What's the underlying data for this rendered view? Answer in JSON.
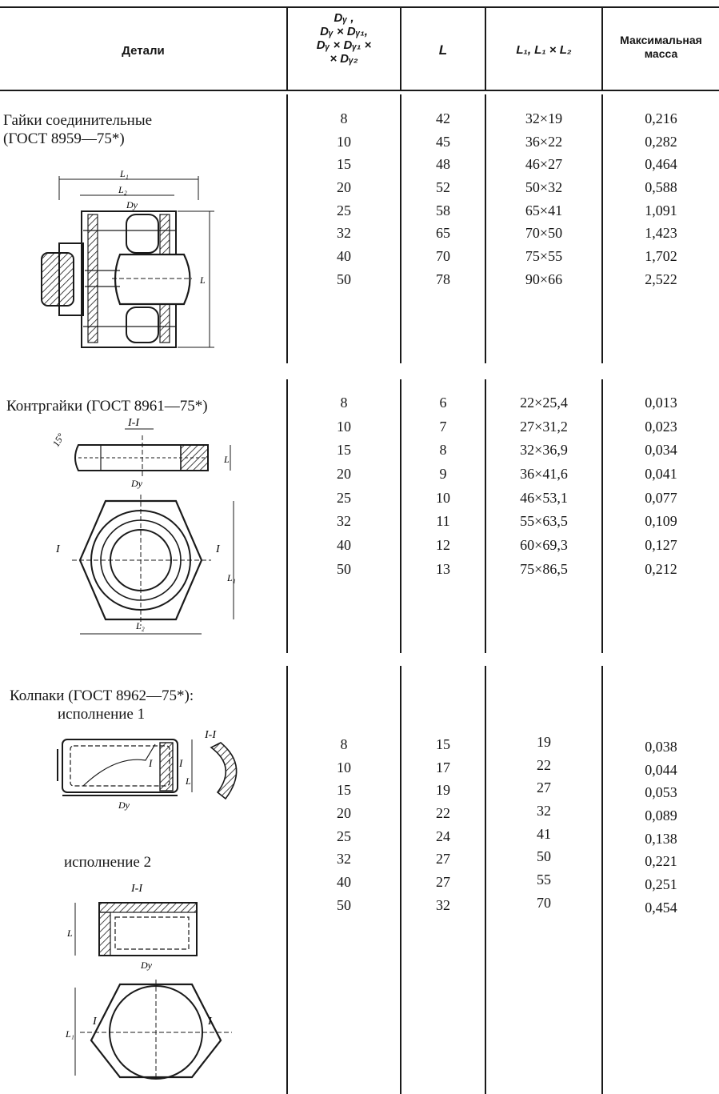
{
  "header": {
    "details": "Детали",
    "dy_lines": [
      "Dᵧ ,",
      "Dᵧ × Dᵧ₁,",
      "Dᵧ × Dᵧ₁ ×",
      "× Dᵧ₂"
    ],
    "l": "L",
    "l1": "L₁, L₁ × L₂",
    "mass_lines": [
      "Максимальная",
      "масса"
    ]
  },
  "sections": [
    {
      "title_lines": [
        "Гайки соединительные",
        "(ГОСТ  8959—75*)"
      ],
      "drawing_labels": {
        "l1": "L₁",
        "l2": "L₂",
        "dy": "Dy",
        "l": "L"
      },
      "rows": [
        {
          "dy": "8",
          "l": "42",
          "l1": "32×19",
          "mass": "0,216"
        },
        {
          "dy": "10",
          "l": "45",
          "l1": "36×22",
          "mass": "0,282"
        },
        {
          "dy": "15",
          "l": "48",
          "l1": "46×27",
          "mass": "0,464"
        },
        {
          "dy": "20",
          "l": "52",
          "l1": "50×32",
          "mass": "0,588"
        },
        {
          "dy": "25",
          "l": "58",
          "l1": "65×41",
          "mass": "1,091"
        },
        {
          "dy": "32",
          "l": "65",
          "l1": "70×50",
          "mass": "1,423"
        },
        {
          "dy": "40",
          "l": "70",
          "l1": "75×55",
          "mass": "1,702"
        },
        {
          "dy": "50",
          "l": "78",
          "l1": "90×66",
          "mass": "2,522"
        }
      ]
    },
    {
      "title_lines": [
        "Контргайки (ГОСТ 8961—75*)"
      ],
      "drawing_labels": {
        "section": "I-I",
        "angle": "15°",
        "dy": "Dy",
        "l": "L",
        "mark": "I",
        "l1": "L₁",
        "l2": "L₂"
      },
      "rows": [
        {
          "dy": "8",
          "l": "6",
          "l1": "22×25,4",
          "mass": "0,013"
        },
        {
          "dy": "10",
          "l": "7",
          "l1": "27×31,2",
          "mass": "0,023"
        },
        {
          "dy": "15",
          "l": "8",
          "l1": "32×36,9",
          "mass": "0,034"
        },
        {
          "dy": "20",
          "l": "9",
          "l1": "36×41,6",
          "mass": "0,041"
        },
        {
          "dy": "25",
          "l": "10",
          "l1": "46×53,1",
          "mass": "0,077"
        },
        {
          "dy": "32",
          "l": "11",
          "l1": "55×63,5",
          "mass": "0,109"
        },
        {
          "dy": "40",
          "l": "12",
          "l1": "60×69,3",
          "mass": "0,127"
        },
        {
          "dy": "50",
          "l": "13",
          "l1": "75×86,5",
          "mass": "0,212"
        }
      ]
    },
    {
      "title_lines": [
        "Колпаки  (ГОСТ  8962—75*):",
        "исполнение 1"
      ],
      "variant2": "исполнение 2",
      "drawing_labels": {
        "section": "I-I",
        "dy": "Dy",
        "l": "L",
        "mark": "I",
        "l1": "L₁"
      },
      "rows": [
        {
          "dy": "8",
          "l": "15",
          "l1": "19",
          "mass": "0,038"
        },
        {
          "dy": "10",
          "l": "17",
          "l1": "22",
          "mass": "0,044"
        },
        {
          "dy": "15",
          "l": "19",
          "l1": "27",
          "mass": "0,053"
        },
        {
          "dy": "20",
          "l": "22",
          "l1": "32",
          "mass": "0,089"
        },
        {
          "dy": "25",
          "l": "24",
          "l1": "41",
          "mass": "0,138"
        },
        {
          "dy": "32",
          "l": "27",
          "l1": "50",
          "mass": "0,221"
        },
        {
          "dy": "40",
          "l": "27",
          "l1": "55",
          "mass": "0,251"
        },
        {
          "dy": "50",
          "l": "32",
          "l1": "70",
          "mass": "0,454"
        }
      ]
    }
  ]
}
